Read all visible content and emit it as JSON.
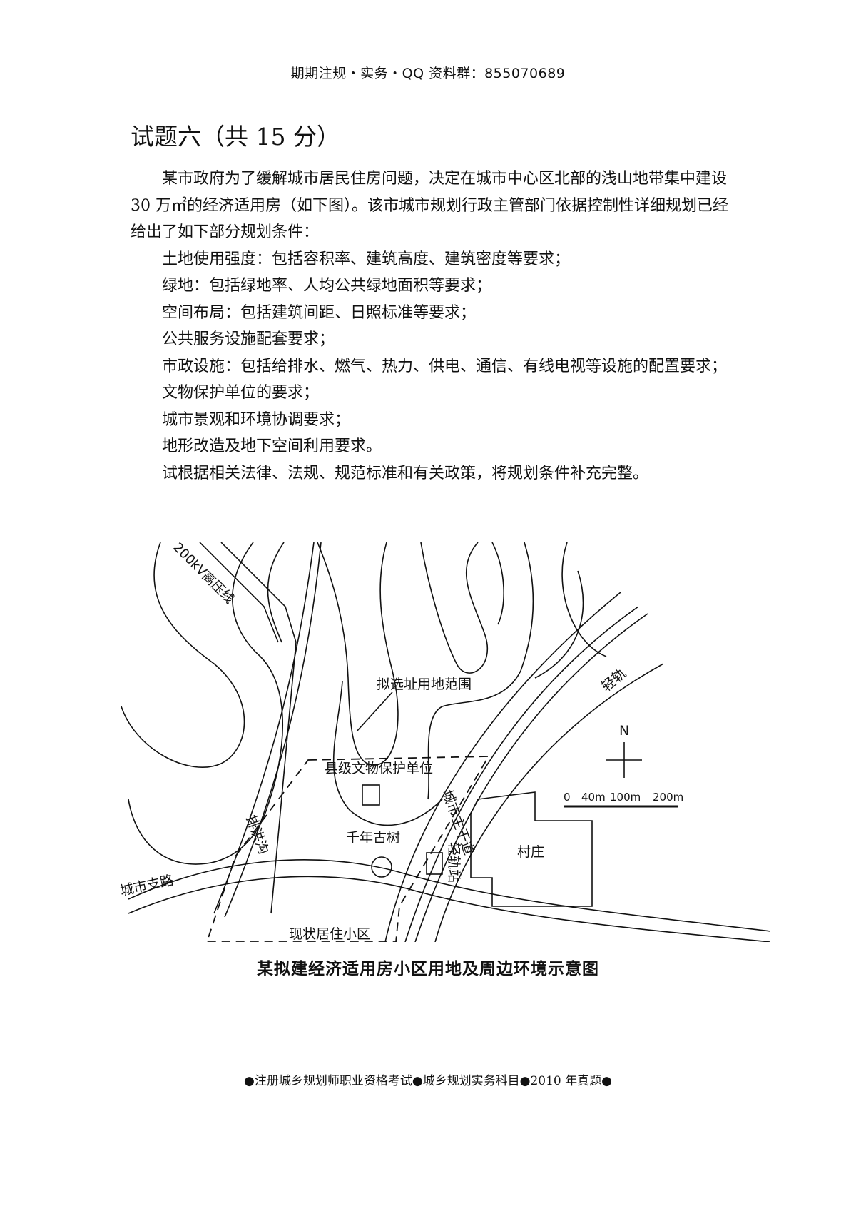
{
  "header": "期期注规・实务・QQ 资料群：855070689",
  "title": "试题六（共 15 分）",
  "paragraphs": [
    "某市政府为了缓解城市居民住房问题，决定在城市中心区北部的浅山地带集中建设 30 万㎡的经济适用房（如下图）。该市城市规划行政主管部门依据控制性详细规划已经给出了如下部分规划条件：",
    "土地使用强度：包括容积率、建筑高度、建筑密度等要求；",
    "绿地：包括绿地率、人均公共绿地面积等要求；",
    "空间布局：包括建筑间距、日照标准等要求；",
    "公共服务设施配套要求；",
    "市政设施：包括给排水、燃气、热力、供电、通信、有线电视等设施的配置要求；",
    "文物保护单位的要求；",
    "城市景观和环境协调要求；",
    "地形改造及地下空间利用要求。",
    "试根据相关法律、法规、规范标准和有关政策，将规划条件补充完整。"
  ],
  "map": {
    "high_voltage_line": "200kV高压线",
    "site_boundary": "拟选址用地范围",
    "light_rail": "轻轨",
    "north": "N",
    "heritage": "县级文物保护单位",
    "scale_labels": [
      "0",
      "40m",
      "100m",
      "200m"
    ],
    "main_road": "城市主干道",
    "river": "排洪沟",
    "ancient_tree": "千年古树",
    "village": "村庄",
    "branch_road": "城市支路",
    "station": "轻轨站",
    "residential": "现状居住小区"
  },
  "caption": "某拟建经济适用房小区用地及周边环境示意图",
  "footer": "●注册城乡规划师职业资格考试●城乡规划实务科目●2010 年真题●"
}
